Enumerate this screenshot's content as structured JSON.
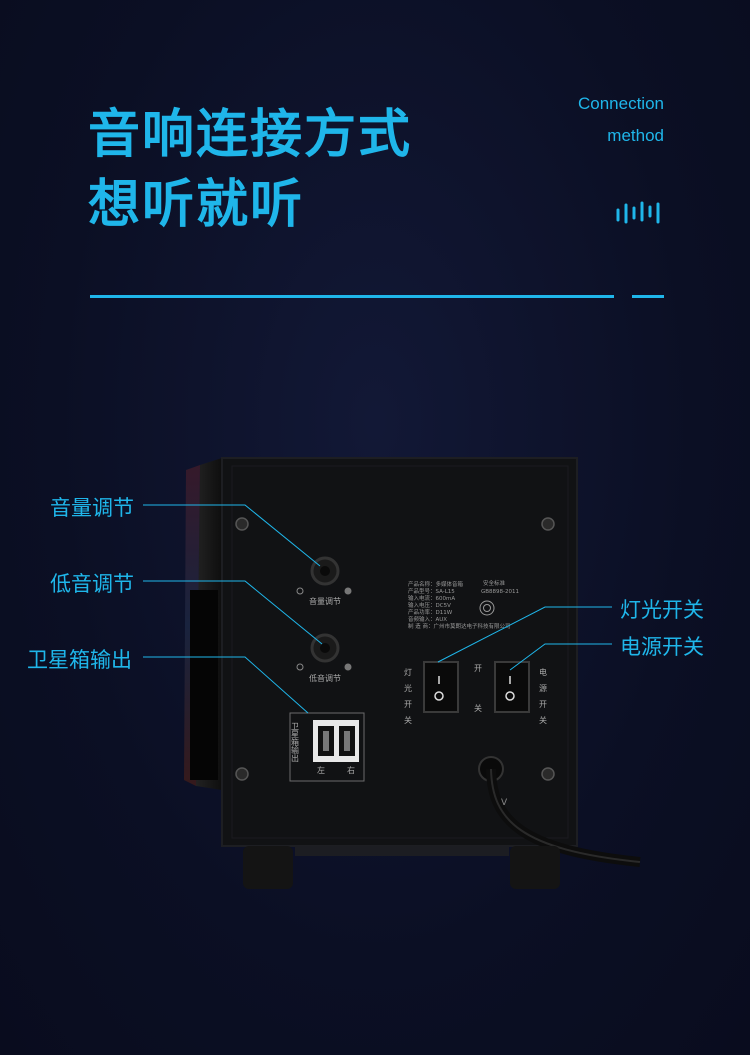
{
  "heading": {
    "line1": "音响连接方式",
    "line2": "想听就听",
    "en_line1": "Connection",
    "en_line2": "method"
  },
  "callouts": {
    "volume": "音量调节",
    "bass": "低音调节",
    "satellite": "卫星箱输出",
    "light_switch": "灯光开关",
    "power_switch": "电源开关"
  },
  "panel": {
    "volume_knob_label": "音量调节",
    "bass_knob_label": "低音调节",
    "satellite_port_label": "卫星箱输出",
    "left": "左",
    "right": "右",
    "light_switch_text": "灯光开关",
    "power_switch_text": "电源开关",
    "switch_on": "开",
    "switch_off": "关",
    "spec_lines": [
      "产品名称：多媒体音箱",
      "产品型号：SA-L15",
      "输入电流：600mA",
      "输入电压：DC5V",
      "产品功率：D11W",
      "音频输入：AUX",
      "制 造 商：广州市莫朗达电子科技有限公司"
    ],
    "safety_title": "安全标准",
    "safety_std": "GB8898-2011",
    "dc_mark": "V"
  },
  "colors": {
    "accent": "#1fb6ea",
    "background": "#0b0f24"
  }
}
